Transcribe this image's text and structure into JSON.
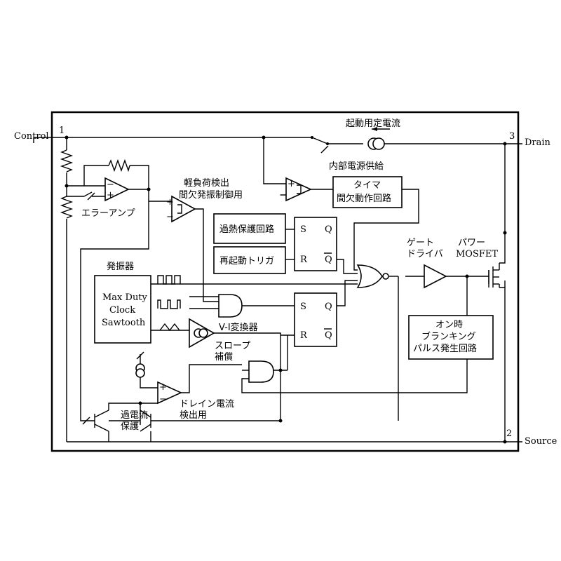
{
  "pins": {
    "control": "Control",
    "drain": "Drain",
    "source": "Source",
    "num1": "1",
    "num2": "2",
    "num3": "3"
  },
  "labels": {
    "startup_current": "起動用定電流",
    "internal_supply": "内部電源供給",
    "error_amp": "エラーアンプ",
    "light_load_1": "軽負荷検出",
    "light_load_2": "間欠発振制御用",
    "timer_1": "タイマ",
    "timer_2": "間欠動作回路",
    "thermal": "過熱保護回路",
    "restart": "再起動トリガ",
    "oscillator": "発振器",
    "osc_1": "Max Duty",
    "osc_2": "Clock",
    "osc_3": "Sawtooth",
    "vi": "V-I変換器",
    "slope_1": "スロープ",
    "slope_2": "補償",
    "drain_det_1": "ドレイン電流",
    "drain_det_2": "検出用",
    "ocp_1": "過電流",
    "ocp_2": "保護",
    "gate_1": "ゲート",
    "gate_2": "ドライバ",
    "power_1": "パワー",
    "power_2": "MOSFET",
    "blank_1": "オン時",
    "blank_2": "ブランキング",
    "blank_3": "パルス発生回路",
    "s": "S",
    "r": "R",
    "q": "Q",
    "qbar": "Q",
    "plus": "+",
    "minus": "−"
  }
}
